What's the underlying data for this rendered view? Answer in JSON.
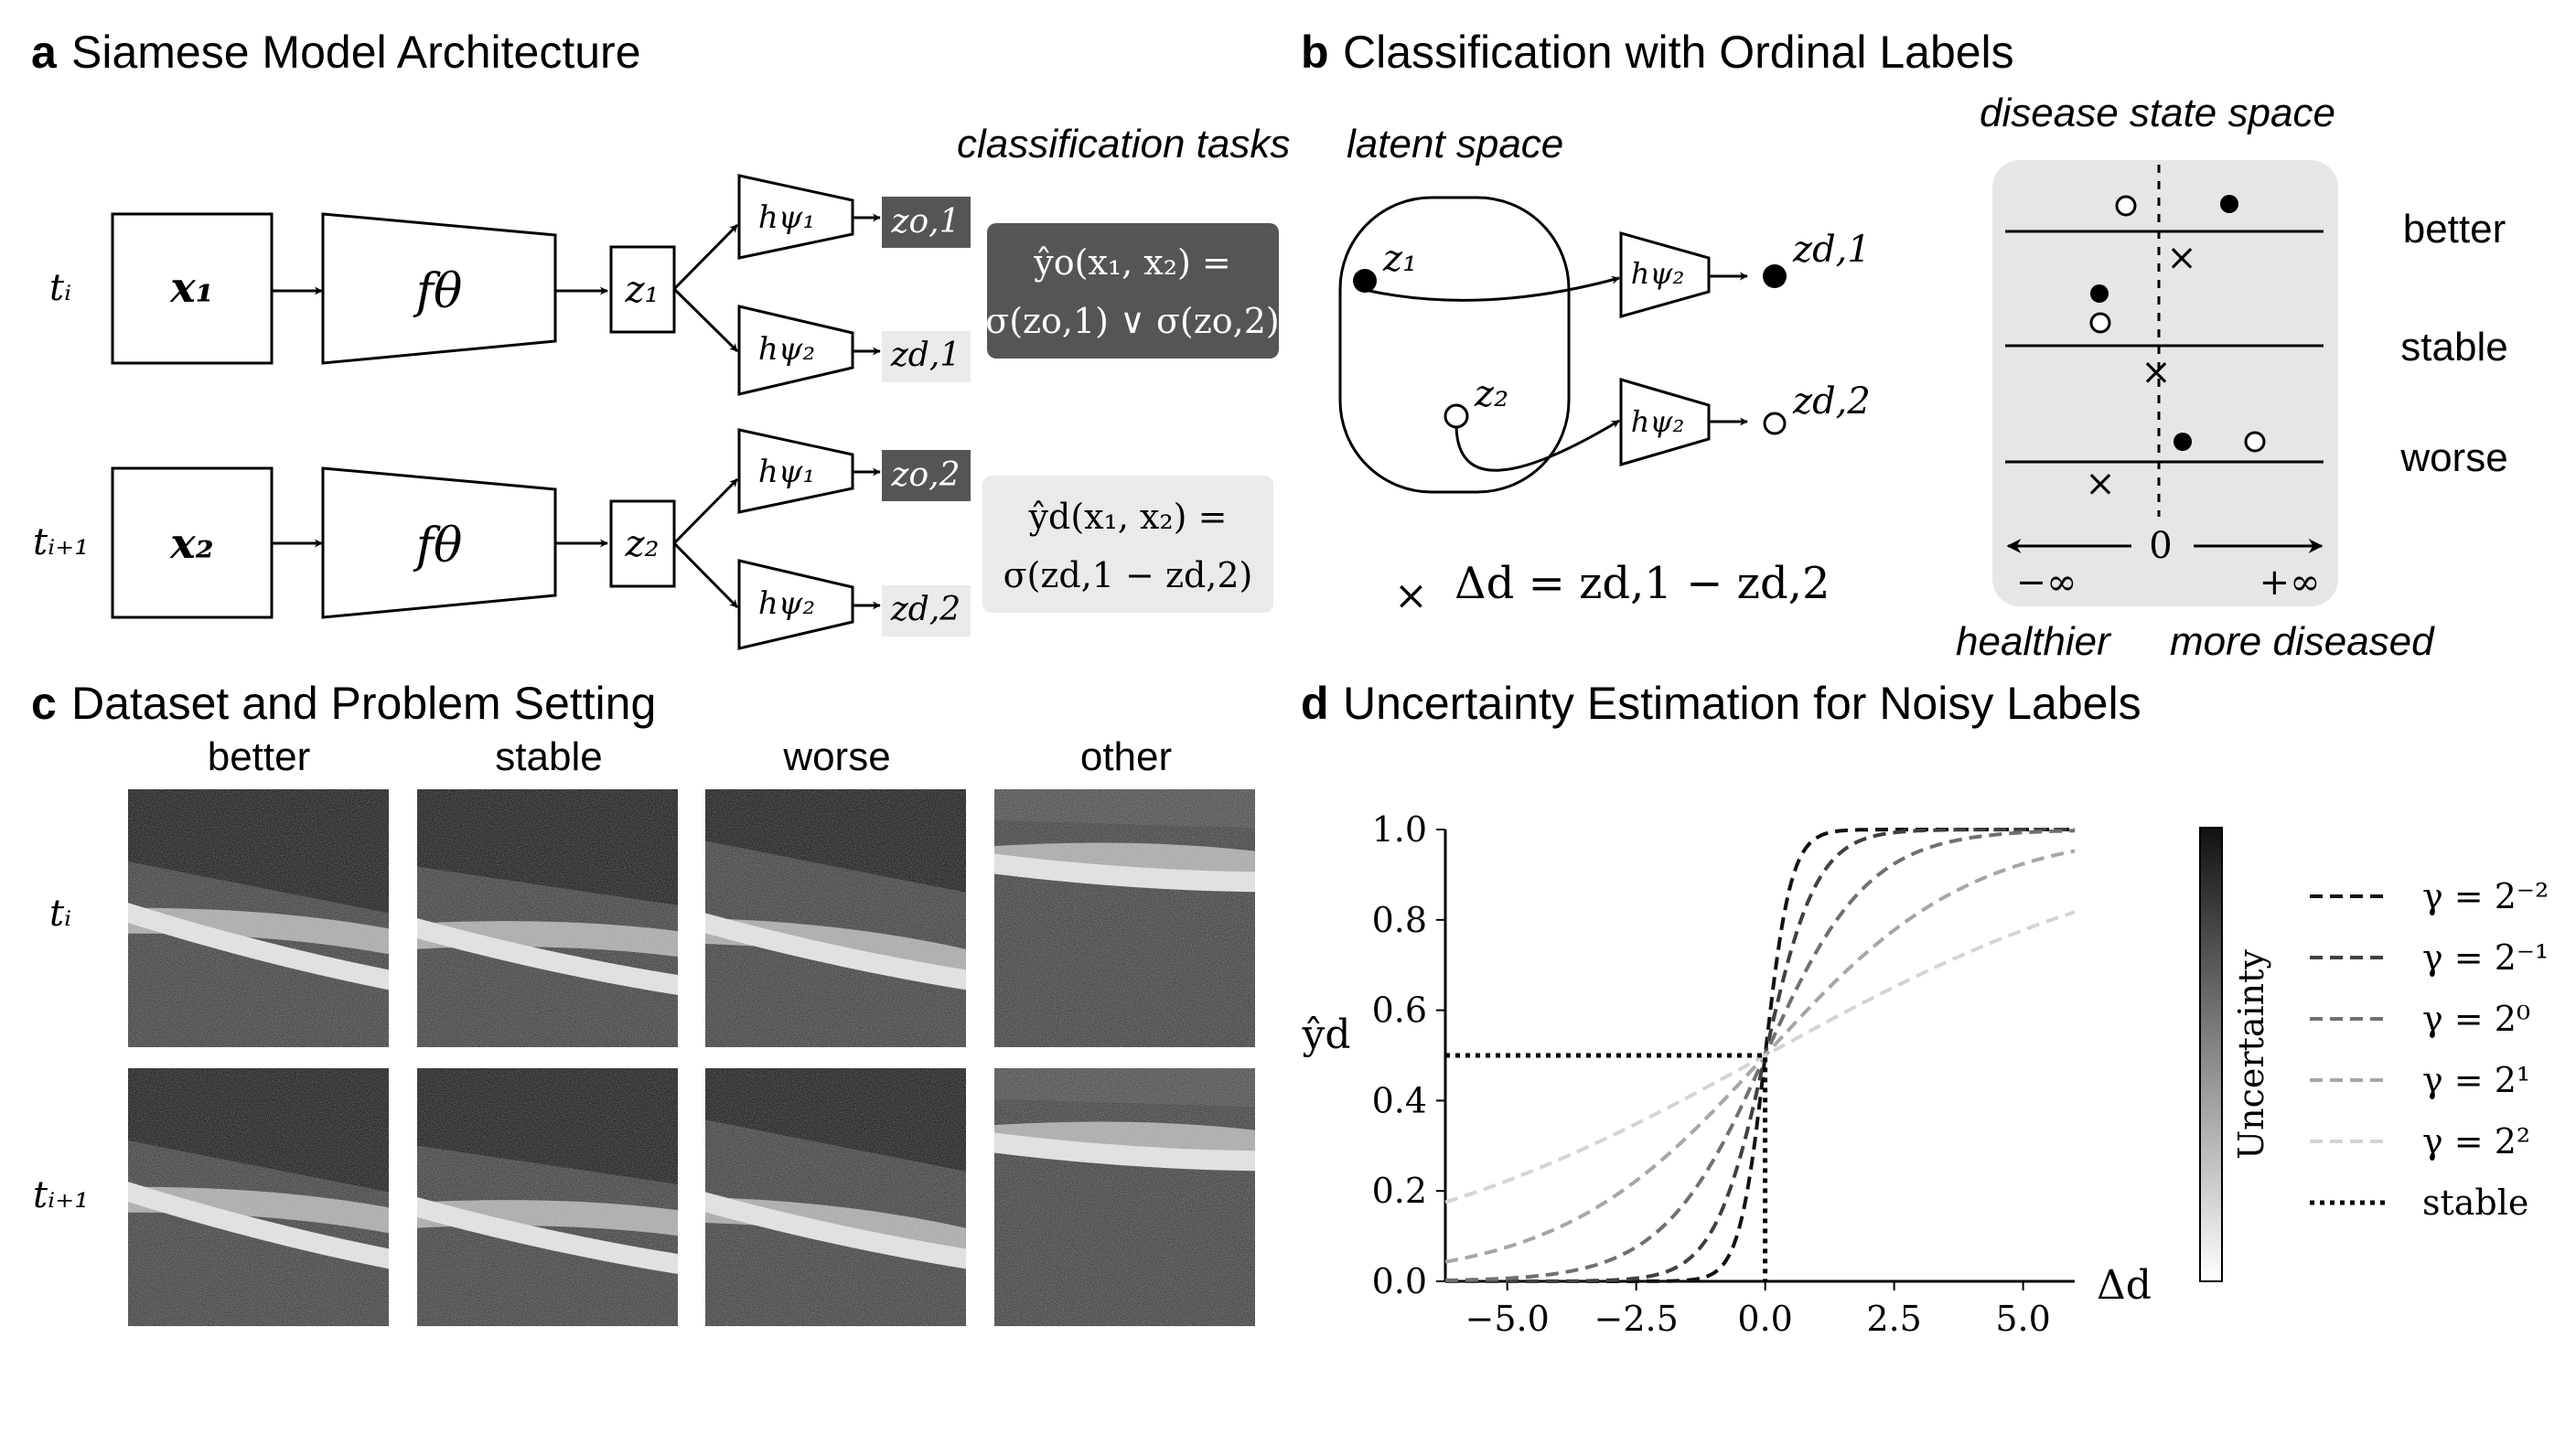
{
  "panel_a": {
    "letter": "a",
    "title": "Siamese Model Architecture",
    "caption_tasks": "classification tasks",
    "row1": {
      "time": "tᵢ",
      "input": "x₁",
      "encoder": "fθ",
      "latent": "z₁",
      "head_o": "hψ₁",
      "head_d": "hψ₂",
      "out_o": "zo,1",
      "out_d": "zd,1"
    },
    "row2": {
      "time": "tᵢ₊₁",
      "input": "x₂",
      "encoder": "fθ",
      "latent": "z₂",
      "head_o": "hψ₁",
      "head_d": "hψ₂",
      "out_o": "zo,2",
      "out_d": "zd,2"
    },
    "task_o": {
      "line1": "ŷo(x₁, x₂) =",
      "line2": "σ(zo,1) ∨ σ(zo,2)"
    },
    "task_d": {
      "line1": "ŷd(x₁, x₂) =",
      "line2": "σ(zd,1 − zd,2)"
    }
  },
  "panel_b": {
    "letter": "b",
    "title": "Classification with Ordinal Labels",
    "latent_label": "latent space",
    "state_label": "disease state space",
    "z1": "z₁",
    "z2": "z₂",
    "head": "hψ₂",
    "out1": "zd,1",
    "out2": "zd,2",
    "delta": "Δd = zd,1 − zd,2",
    "delta_marker": "×",
    "rows": [
      "better",
      "stable",
      "worse"
    ],
    "axis": {
      "left": "−∞",
      "zero": "0",
      "right": "+∞"
    },
    "healthier": "healthier",
    "more_diseased": "more diseased"
  },
  "panel_c": {
    "letter": "c",
    "title": "Dataset and Problem Setting",
    "columns": [
      "better",
      "stable",
      "worse",
      "other"
    ],
    "row_labels": [
      "tᵢ",
      "tᵢ₊₁"
    ]
  },
  "panel_d": {
    "letter": "d",
    "title": "Uncertainty Estimation for Noisy Labels",
    "colorbar_label": "Uncertainty",
    "legend": [
      "γ = 2⁻²",
      "γ = 2⁻¹",
      "γ = 2⁰",
      "γ = 2¹",
      "γ = 2²",
      "stable"
    ]
  },
  "chart_data": {
    "type": "line",
    "xlabel": "Δd",
    "ylabel": "ŷd",
    "xlim": [
      -6.2,
      6
    ],
    "ylim": [
      0,
      1
    ],
    "xticks": [
      -5,
      -2.5,
      0,
      2.5,
      5
    ],
    "xtick_labels": [
      "−5.0",
      "−2.5",
      "0.0",
      "2.5",
      "5.0"
    ],
    "yticks": [
      0,
      0.2,
      0.4,
      0.6,
      0.8,
      1
    ],
    "ytick_labels": [
      "0.0",
      "0.2",
      "0.4",
      "0.6",
      "0.8",
      "1.0"
    ],
    "grid": false,
    "legend_position": "right",
    "series": [
      {
        "name": "γ = 2⁻²",
        "gamma": 0.25,
        "color": "#111111"
      },
      {
        "name": "γ = 2⁻¹",
        "gamma": 0.5,
        "color": "#404040"
      },
      {
        "name": "γ = 2⁰",
        "gamma": 1,
        "color": "#707070"
      },
      {
        "name": "γ = 2¹",
        "gamma": 2,
        "color": "#a6a6a6"
      },
      {
        "name": "γ = 2²",
        "gamma": 4,
        "color": "#d4d4d4"
      },
      {
        "name": "stable",
        "x": [
          -6.2,
          0,
          0
        ],
        "y": [
          0.5,
          0.5,
          0
        ],
        "color": "#000000"
      }
    ]
  },
  "colors": {
    "dark_box": "#555555",
    "light_box": "#eaeaea",
    "state_bg": "#e6e6e6"
  }
}
